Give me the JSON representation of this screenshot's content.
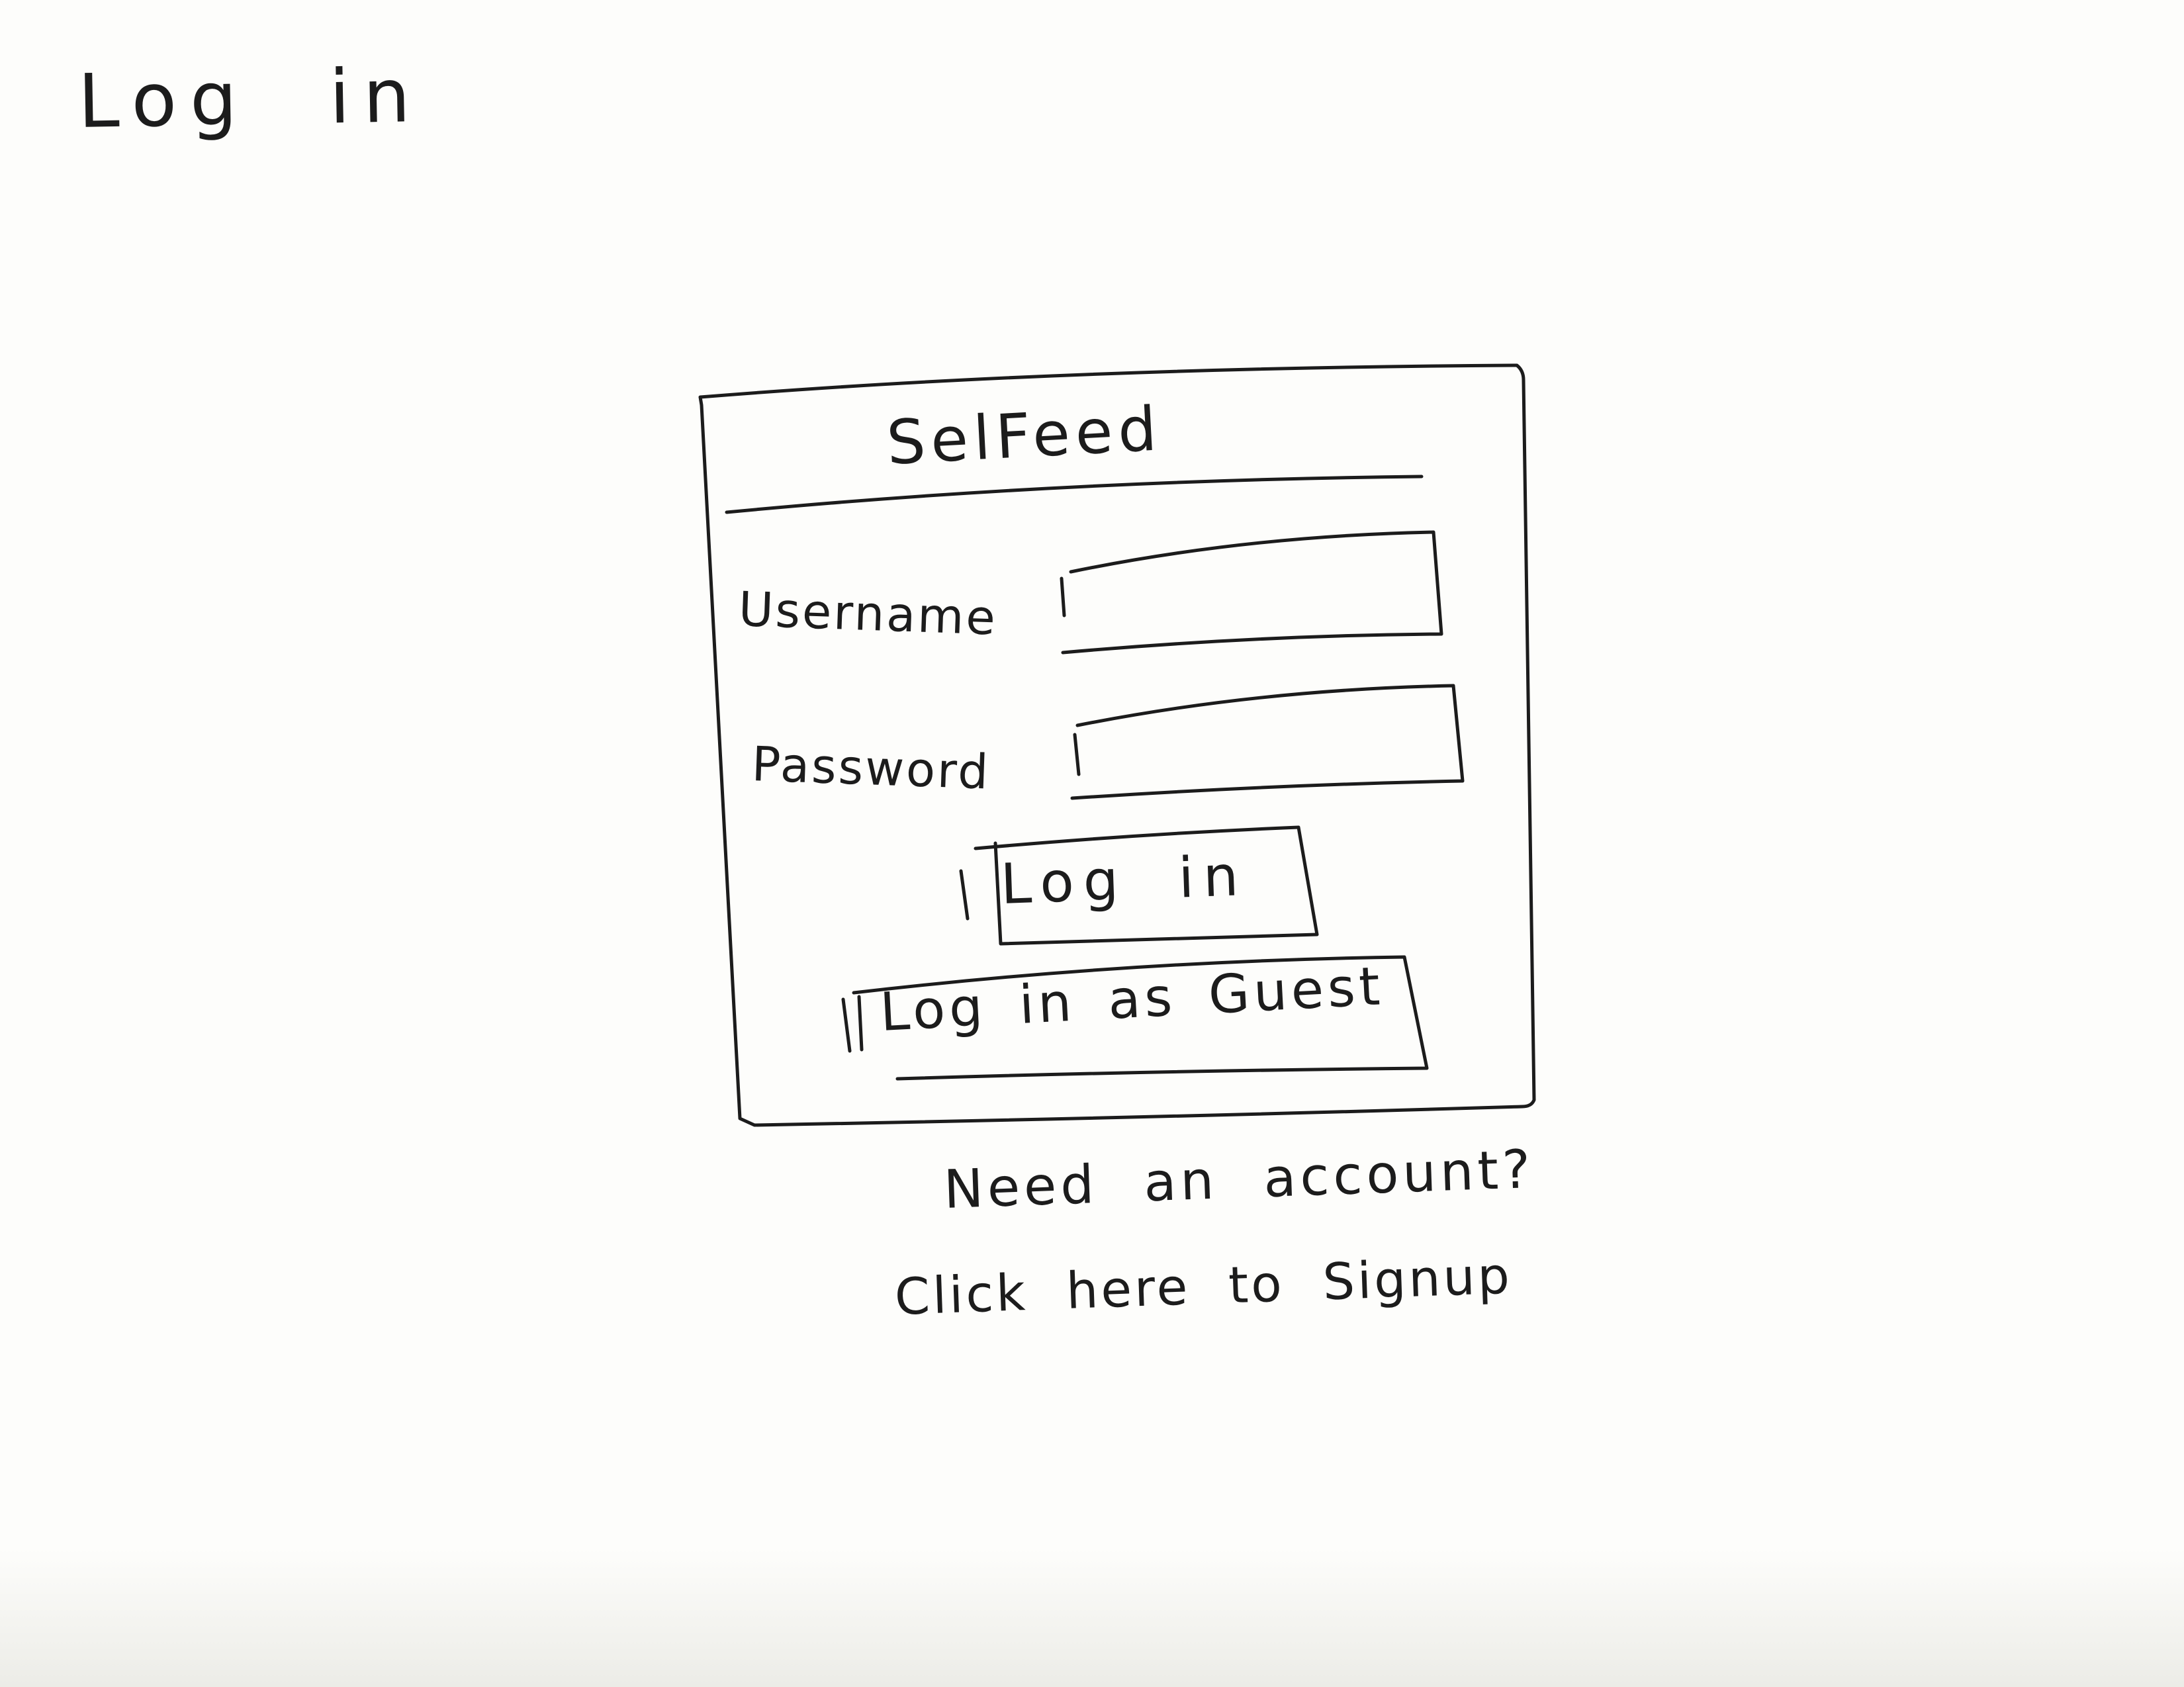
{
  "page": {
    "title": "Log in"
  },
  "login_card": {
    "app_title": "SelFeed",
    "username_label": "Username",
    "password_label": "Password",
    "username_value": "",
    "password_value": "",
    "login_button_label": "Log in",
    "guest_button_label": "Log in as Guest"
  },
  "signup": {
    "question": "Need an account?",
    "link_text": "Click here to Signup"
  },
  "colors": {
    "paper": "#fdfdfb",
    "ink": "#1c1c1c"
  }
}
